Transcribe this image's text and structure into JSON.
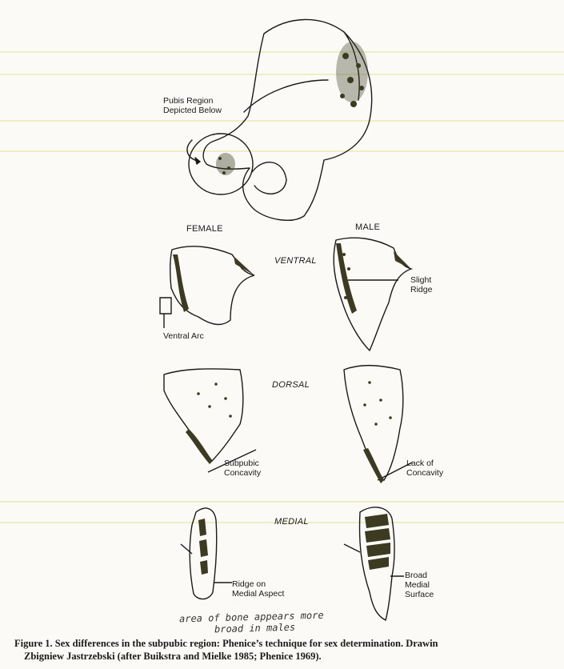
{
  "labels": {
    "pubis_region": [
      "Pubis Region",
      "Depicted Below"
    ],
    "female_header": "FEMALE",
    "male_header": "MALE",
    "ventral": "VENTRAL",
    "dorsal": "DORSAL",
    "medial": "MEDIAL",
    "slight_ridge": [
      "Slight",
      "Ridge"
    ],
    "ventral_arc": "Ventral Arc",
    "subpubic_concavity": [
      "Subpubic",
      "Concavity"
    ],
    "lack_of_concavity": [
      "Lack of",
      "Concavity"
    ],
    "ridge_on_medial": [
      "Ridge on",
      "Medial Aspect"
    ],
    "broad_medial": [
      "Broad",
      "Medial",
      "Surface"
    ]
  },
  "handwritten_note": [
    "area of bone appears more",
    "broad in males"
  ],
  "caption": {
    "line1": "Figure 1.  Sex differences in the subpubic region:  Phenice’s technique for sex determination.  Drawin",
    "line2": "Zbigniew Jastrzebski  (after Buikstra and Mielke 1985; Phenice 1969)."
  },
  "colors": {
    "ink": "#1a1a1a",
    "shade": "#3d3a22",
    "paper": "#fbfaf6",
    "scan_band": "#efe8b8"
  }
}
